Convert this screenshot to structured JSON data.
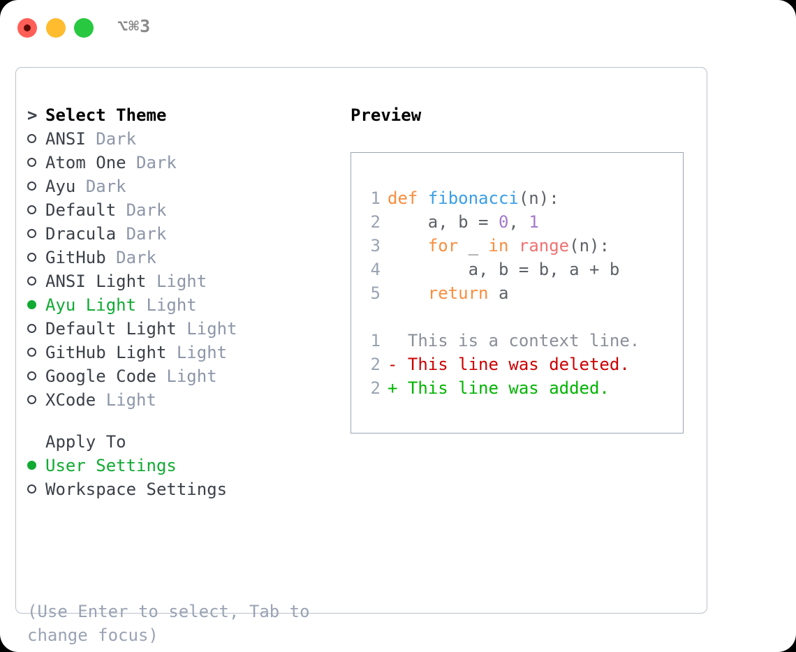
{
  "titlebar": {
    "shortcut": "⌥⌘3",
    "buttons": [
      "close",
      "minimize",
      "maximize"
    ]
  },
  "left": {
    "header": {
      "prompt": ">",
      "title": "Select Theme"
    },
    "themes": [
      {
        "marker": "○",
        "name": "ANSI",
        "tag": "Dark",
        "selected": false
      },
      {
        "marker": "○",
        "name": "Atom One",
        "tag": "Dark",
        "selected": false
      },
      {
        "marker": "○",
        "name": "Ayu",
        "tag": "Dark",
        "selected": false
      },
      {
        "marker": "○",
        "name": "Default",
        "tag": "Dark",
        "selected": false
      },
      {
        "marker": "○",
        "name": "Dracula",
        "tag": "Dark",
        "selected": false
      },
      {
        "marker": "○",
        "name": "GitHub",
        "tag": "Dark",
        "selected": false
      },
      {
        "marker": "○",
        "name": "ANSI Light",
        "tag": "Light",
        "selected": false
      },
      {
        "marker": "●",
        "name": "Ayu Light",
        "tag": "Light",
        "selected": true
      },
      {
        "marker": "○",
        "name": "Default Light",
        "tag": "Light",
        "selected": false
      },
      {
        "marker": "○",
        "name": "GitHub Light",
        "tag": "Light",
        "selected": false
      },
      {
        "marker": "○",
        "name": "Google Code",
        "tag": "Light",
        "selected": false
      },
      {
        "marker": "○",
        "name": "XCode",
        "tag": "Light",
        "selected": false
      }
    ],
    "apply_to": {
      "title": "Apply To",
      "options": [
        {
          "marker": "●",
          "name": "User Settings",
          "selected": true
        },
        {
          "marker": "○",
          "name": "Workspace Settings",
          "selected": false
        }
      ]
    },
    "hint": "(Use Enter to select, Tab to change focus)"
  },
  "right": {
    "title": "Preview",
    "code_lines": [
      {
        "num": "1",
        "tokens": [
          {
            "t": "def",
            "c": "kw"
          },
          {
            "t": " ",
            "c": "plain"
          },
          {
            "t": "fibonacci",
            "c": "fn"
          },
          {
            "t": "(n):",
            "c": "punc"
          }
        ]
      },
      {
        "num": "2",
        "tokens": [
          {
            "t": "    a, b = ",
            "c": "plain"
          },
          {
            "t": "0",
            "c": "num"
          },
          {
            "t": ", ",
            "c": "plain"
          },
          {
            "t": "1",
            "c": "num"
          }
        ]
      },
      {
        "num": "3",
        "tokens": [
          {
            "t": "    ",
            "c": "plain"
          },
          {
            "t": "for",
            "c": "kw"
          },
          {
            "t": " _ ",
            "c": "plain"
          },
          {
            "t": "in",
            "c": "kw"
          },
          {
            "t": " ",
            "c": "plain"
          },
          {
            "t": "range",
            "c": "bi"
          },
          {
            "t": "(n):",
            "c": "punc"
          }
        ]
      },
      {
        "num": "4",
        "tokens": [
          {
            "t": "        a, b = b, a + b",
            "c": "plain"
          }
        ]
      },
      {
        "num": "5",
        "tokens": [
          {
            "t": "    ",
            "c": "plain"
          },
          {
            "t": "return",
            "c": "kw"
          },
          {
            "t": " a",
            "c": "plain"
          }
        ]
      }
    ],
    "diff_lines": [
      {
        "num": "1",
        "sign": " ",
        "text": " This is a context line.",
        "kind": "ctx"
      },
      {
        "num": "2",
        "sign": "-",
        "text": " This line was deleted.",
        "kind": "del"
      },
      {
        "num": "2",
        "sign": "+",
        "text": " This line was added.",
        "kind": "add"
      }
    ]
  },
  "colors": {
    "accent_green": "#11aa33",
    "keyword": "#fa8d3e",
    "function": "#399ee6",
    "number": "#a37acc",
    "builtin": "#f07171",
    "muted": "#8d96a8",
    "diff_added": "#00b400",
    "diff_deleted": "#cc0000",
    "panel_border": "#b9c1cd",
    "preview_border": "#9aa5b4"
  }
}
